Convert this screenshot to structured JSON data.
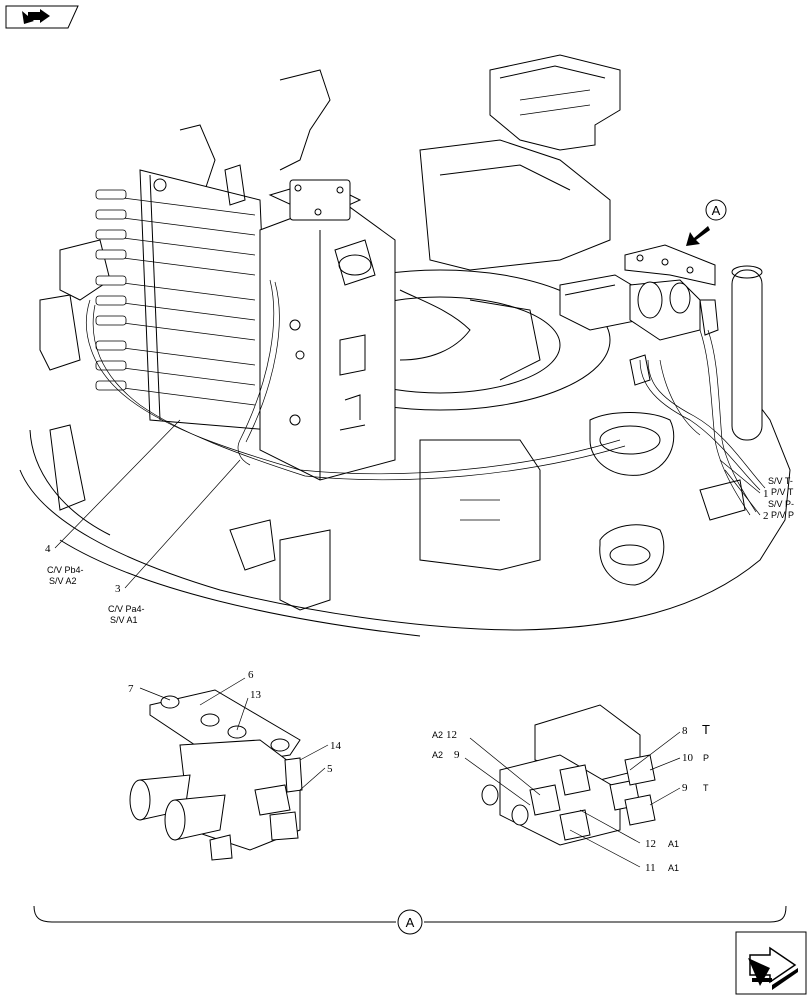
{
  "nav": {
    "prev_icon": "back-arrow-icon",
    "next_icon": "forward-arrow-icon"
  },
  "view_marker": "A",
  "callouts": {
    "c1": "1",
    "c2": "2",
    "c3": "3",
    "c4": "4",
    "c5": "5",
    "c6": "6",
    "c7": "7",
    "c13": "13",
    "c14": "14",
    "c8": "8",
    "c10": "10",
    "c9r": "9",
    "c12r": "12",
    "c11": "11",
    "c12l": "12",
    "c9l": "9"
  },
  "labels": {
    "sv_t_line1": "S/V T-",
    "sv_t_line2": "P/V T",
    "sv_p_line1": "S/V P-",
    "sv_p_line2": "P/V P",
    "cv_pb4_line1": "C/V Pb4-",
    "cv_pb4_line2": "S/V A2",
    "cv_pa4_line1": "C/V Pa4-",
    "cv_pa4_line2": "S/V A1",
    "port_T": "T",
    "port_P": "P",
    "port_T2": "T",
    "port_A1_top": "A1",
    "port_A1_bottom": "A1",
    "port_A2_top": "A2",
    "port_A2_bottom": "A2"
  }
}
